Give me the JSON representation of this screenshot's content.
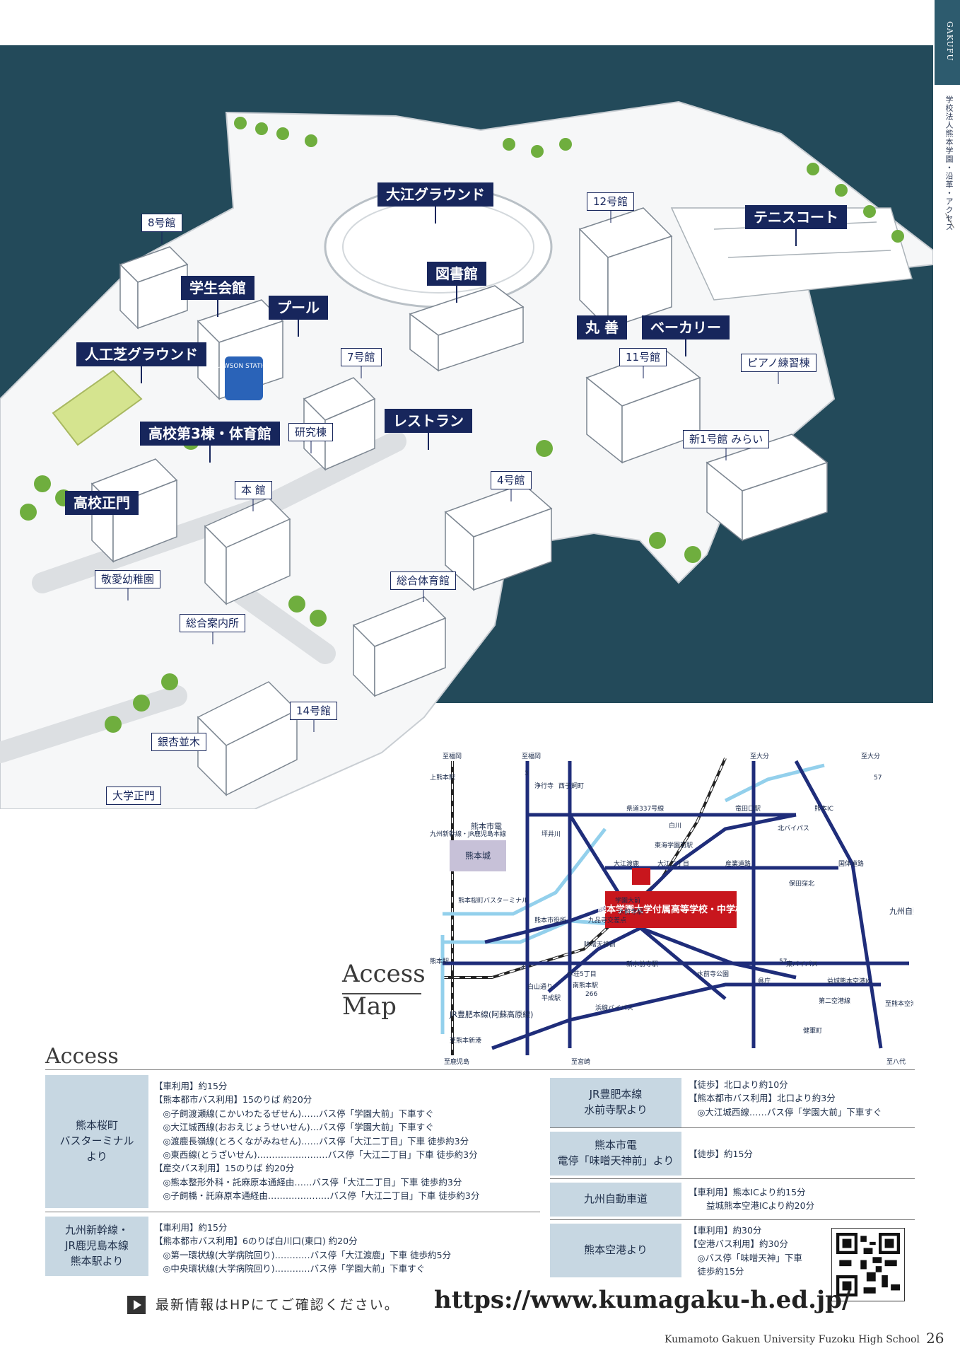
{
  "side": {
    "tab": "GAKUFU",
    "subtitle": "学校法人熊本学園・沿革・アクセス"
  },
  "campus": {
    "labels": {
      "ground": "大江グラウンド",
      "tennis": "テニスコート",
      "bldg12": "12号館",
      "bldg8": "8号館",
      "union": "学生会館",
      "library": "図書館",
      "pool": "プール",
      "maruzen": "丸 善",
      "bakery": "ベーカリー",
      "turf": "人工芝グラウンド",
      "bldg7": "7号館",
      "bldg11": "11号館",
      "piano": "ピアノ練習棟",
      "restaurant": "レストラン",
      "hs3": "高校第3棟・体育館",
      "research": "研究棟",
      "new1": "新1号館 みらい",
      "hsgate": "高校正門",
      "main": "本 館",
      "bldg4": "4号館",
      "kindergarten": "敬愛幼稚園",
      "gym": "総合体育館",
      "info": "総合案内所",
      "bldg14": "14号館",
      "ginkgo": "銀杏並木",
      "univgate": "大学正門",
      "lawson": "LAWSON STATION"
    }
  },
  "access_map": {
    "title_line1": "Access",
    "title_line2": "Map",
    "labels": {
      "to_fukuoka1": "至福岡",
      "to_fukuoka2": "至福岡",
      "to_oita1": "至大分",
      "to_oita2": "至大分",
      "to_kagoshima": "至鹿児島",
      "to_miyazaki": "至宮崎",
      "to_yatsushiro": "至八代",
      "to_kumamoto_new_port": "至熊本新港",
      "to_kumamoto_airport": "至熊本空港",
      "kamikumamoto": "上熊本駅",
      "kumamoto_st": "熊本駅",
      "shinkansen": "九州新幹線・JR鹿児島本線",
      "tram": "熊本市電",
      "tsuboi": "坪井川",
      "jyogyoji": "浄行寺",
      "nishikoucho": "西子飼町",
      "route337": "県道337号線",
      "tatsuta": "竜田口駅",
      "kumamoto_ic": "熊本IC",
      "shirakawa": "白川",
      "kita_bypass": "北バイパス",
      "tokai_mae": "東海学園前駅",
      "oe_toshoe": "大江渡鹿",
      "oe2": "大江二丁目",
      "sangyo": "産業道路",
      "kokutai": "国体道路",
      "castle": "熊本城",
      "hodakubo": "保田窪北",
      "sakuramachi": "熊本桜町バスターミナル",
      "gakuen_mae": "学園大前",
      "suizenji_st": "水前寺駅",
      "city_hall": "熊本市役所",
      "maruhinji": "九品寺交差点",
      "misoten": "味噌天神前",
      "school": "熊本学園大学付属高等学校・中学校",
      "shirayama": "白山通り",
      "honjo": "本荘5丁目",
      "minamikumamoto": "南熊本駅",
      "shinsuizenji": "新水前寺駅",
      "suizenji_park": "水前寺公園",
      "prefecture": "県庁",
      "higashi_bypass": "東バイパス",
      "mashiki_ic": "益城熊本空港IC",
      "expressway": "九州自動車道",
      "heisei": "平成駅",
      "hamasen": "浜線バイパス",
      "second_airport": "第二空港線",
      "kenguncho": "健軍町",
      "jr_hohi": "JR豊肥本線(阿蘇高原線)",
      "r3a": "3",
      "r3b": "3",
      "r57a": "57",
      "r57b": "57",
      "r266": "266"
    }
  },
  "access": {
    "title": "Access",
    "rows": [
      {
        "head": "熊本桜町\nバスターミナル\nより",
        "body": "【車利用】約15分\n【熊本都市バス利用】15のりば 約20分\n　◎子飼渡瀬線(こかいわたるぜせん)……バス停「学園大前」下車すぐ\n　◎大江城西線(おおえじょうせいせん)…バス停「学園大前」下車すぐ\n　◎渡鹿長嶺線(とろくながみねせん)……バス停「大江二丁目」下車 徒歩約3分\n　◎東西線(とうざいせん)……………………バス停「大江二丁目」下車 徒歩約3分\n【産交バス利用】15のりば 約20分\n　◎熊本整形外科・託麻原本通経由……バス停「大江二丁目」下車 徒歩約3分\n　◎子飼橋・託麻原本通経由…………………バス停「大江二丁目」下車 徒歩約3分"
      },
      {
        "head": "九州新幹線・\nJR鹿児島本線\n熊本駅より",
        "body": "【車利用】約15分\n【熊本都市バス利用】6のりば白川口(東口) 約20分\n　◎第一環状線(大学病院回り)…………バス停「大江渡鹿」下車 徒歩約5分\n　◎中央環状線(大学病院回り)…………バス停「学園大前」下車すぐ"
      },
      {
        "head": "JR豊肥本線\n水前寺駅より",
        "body": "【徒歩】北口より約10分\n【熊本都市バス利用】北口より約3分\n　◎大江城西線……バス停「学園大前」下車すぐ"
      },
      {
        "head": "熊本市電\n電停「味噌天神前」より",
        "body": "【徒歩】約15分"
      },
      {
        "head": "九州自動車道",
        "body": "【車利用】熊本ICより約15分\n　　益城熊本空港ICより約20分"
      },
      {
        "head": "熊本空港より",
        "body": "【車利用】約30分\n【空港バス利用】約30分\n　◎バス停「味噌天神」下車\n　徒歩約15分"
      }
    ],
    "notice": "最新情報はHPにてご確認ください。",
    "url": "https://www.kumagaku-h.ed.jp/"
  },
  "footer": {
    "name": "Kumamoto Gakuen University Fuzoku High School",
    "page": "26"
  }
}
